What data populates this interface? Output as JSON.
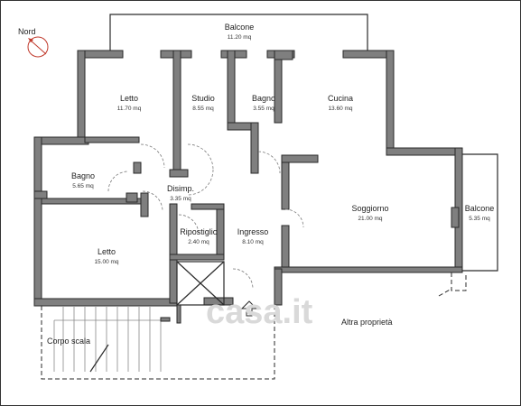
{
  "north_label": "Nord",
  "rooms": [
    {
      "id": "balcone-top",
      "name": "Balcone",
      "area": "11.20 mq"
    },
    {
      "id": "letto-top",
      "name": "Letto",
      "area": "11.70 mq"
    },
    {
      "id": "studio",
      "name": "Studio",
      "area": "8.55 mq"
    },
    {
      "id": "bagno-top",
      "name": "Bagno",
      "area": "3.55 mq"
    },
    {
      "id": "cucina",
      "name": "Cucina",
      "area": "13.60 mq"
    },
    {
      "id": "bagno-left",
      "name": "Bagno",
      "area": "5.65 mq"
    },
    {
      "id": "disimpegno",
      "name": "Disimp.",
      "area": "3.35 mq"
    },
    {
      "id": "soggiorno",
      "name": "Soggiorno",
      "area": "21.00 mq"
    },
    {
      "id": "balcone-right",
      "name": "Balcone",
      "area": "5.35 mq"
    },
    {
      "id": "ripostiglio",
      "name": "Ripostiglio",
      "area": "2.40 mq"
    },
    {
      "id": "ingresso",
      "name": "Ingresso",
      "area": "8.10 mq"
    },
    {
      "id": "letto-bottom",
      "name": "Letto",
      "area": "15.00 mq"
    }
  ],
  "labels": {
    "corpo_scala": "Corpo scala",
    "altra_proprieta": "Altra proprietà"
  },
  "watermark": "casa.it"
}
